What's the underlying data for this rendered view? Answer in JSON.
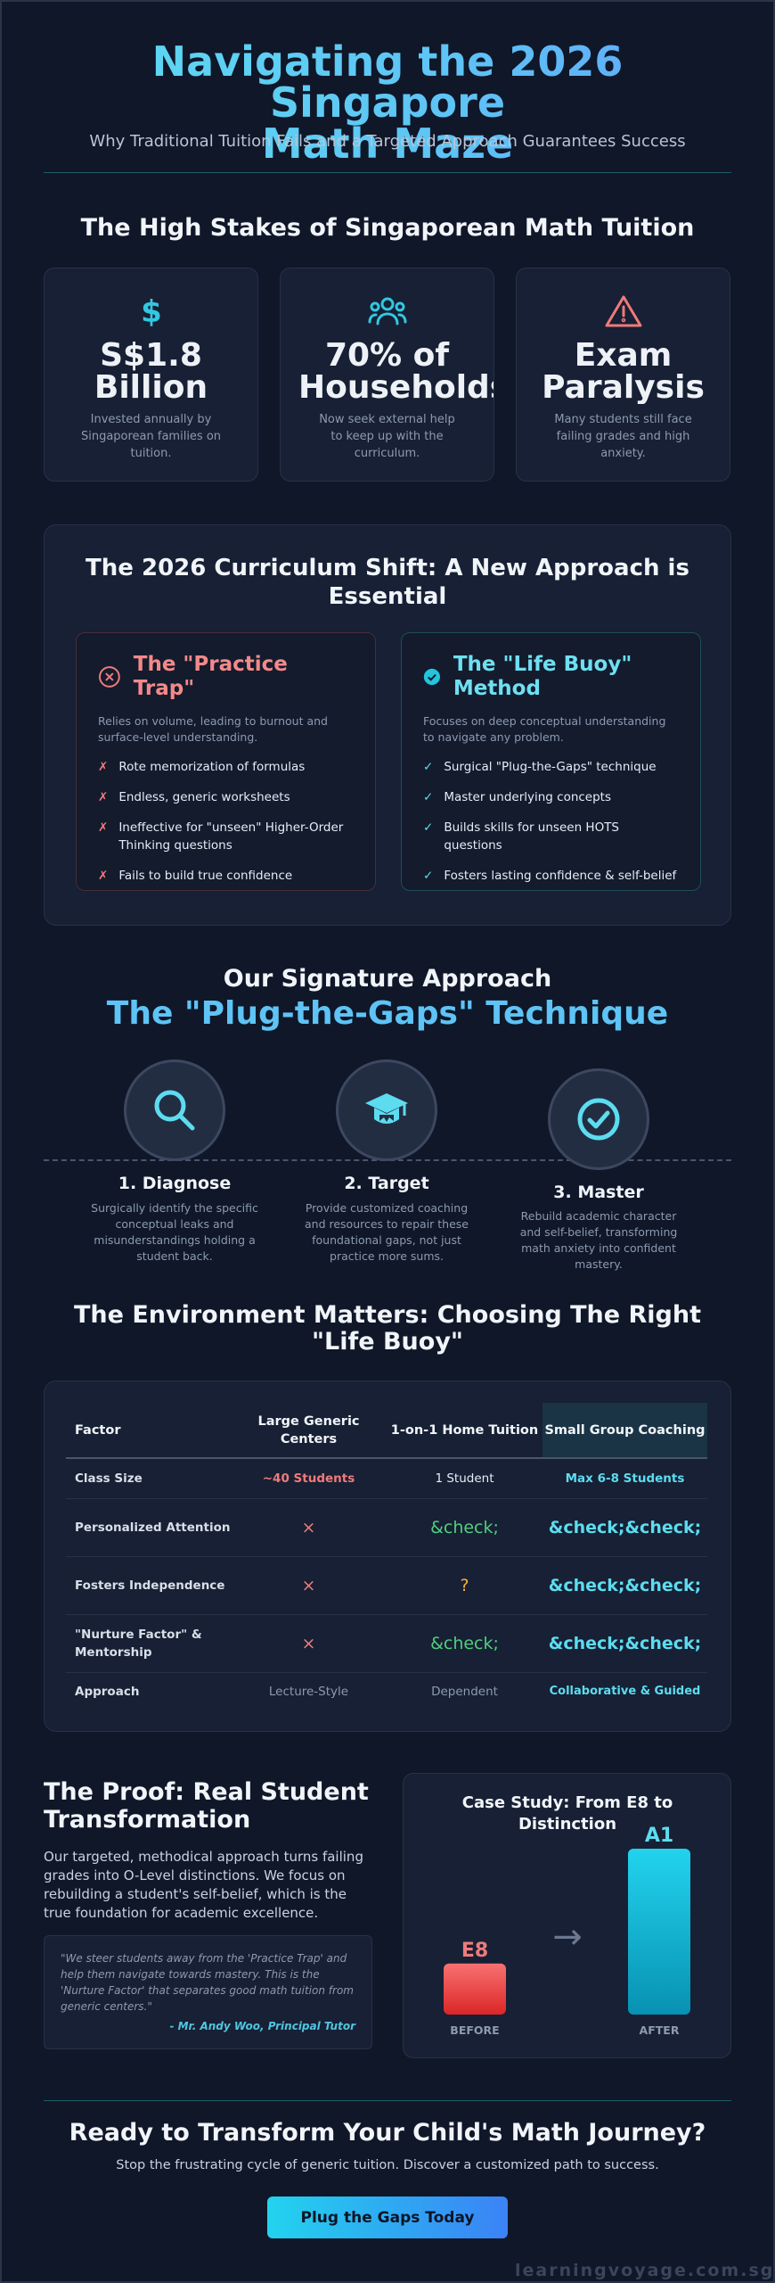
{
  "hero": {
    "title_line1": "Navigating the 2026 Singapore",
    "title_line2": "Math Maze",
    "subtitle": "Why Traditional Tuition Fails and a Targeted Approach Guarantees Success"
  },
  "stakes": {
    "title": "The High Stakes of Singaporean Math Tuition",
    "cards": [
      {
        "icon": "dollar-icon",
        "value_line1": "S$1.8",
        "value_line2": "Billion",
        "text": "Invested annually by Singaporean families on tuition."
      },
      {
        "icon": "users-icon",
        "value_line1": "70% of",
        "value_line2": "Households",
        "text": "Now seek external help to keep up with the curriculum."
      },
      {
        "icon": "warning-icon",
        "value_line1": "Exam",
        "value_line2": "Paralysis",
        "text": "Many students still face failing grades and high anxiety."
      }
    ]
  },
  "curriculum": {
    "title": "The 2026 Curriculum Shift: A New Approach is Essential",
    "trap": {
      "title": "The \"Practice Trap\"",
      "desc": "Relies on volume, leading to burnout and surface-level understanding.",
      "items": [
        "Rote memorization of formulas",
        "Endless, generic worksheets",
        "Ineffective for \"unseen\" Higher-Order Thinking questions",
        "Fails to build true confidence"
      ]
    },
    "buoy": {
      "title": "The \"Life Buoy\" Method",
      "desc": "Focuses on deep conceptual understanding to navigate any problem.",
      "items": [
        "Surgical \"Plug-the-Gaps\" technique",
        "Master underlying concepts",
        "Builds skills for unseen HOTS questions",
        "Fosters lasting confidence & self-belief"
      ]
    },
    "marks": {
      "cross": "✗",
      "check": "✓"
    }
  },
  "approach": {
    "kicker": "Our Signature Approach",
    "title": "The \"Plug-the-Gaps\" Technique",
    "steps": [
      {
        "title": "1. Diagnose",
        "desc": "Surgically identify the specific conceptual leaks and misunderstandings holding a student back.",
        "icon": "search-icon"
      },
      {
        "title": "2. Target",
        "desc": "Provide customized coaching and resources to repair these foundational gaps, not just practice more sums.",
        "icon": "graduation-cap-icon"
      },
      {
        "title": "3. Master",
        "desc": "Rebuild academic character and self-belief, transforming math anxiety into confident mastery.",
        "icon": "check-circle-icon"
      }
    ]
  },
  "environment": {
    "title": "The Environment Matters: Choosing The Right \"Life Buoy\"",
    "headers": [
      "Factor",
      "Large Generic Centers",
      "1-on-1 Home Tuition",
      "Small Group Coaching"
    ],
    "rows": [
      [
        "Class Size",
        "~40 Students",
        "1 Student",
        "Max 6-8 Students"
      ],
      [
        "Personalized Attention",
        "×",
        "&check;",
        "&check;&check;"
      ],
      [
        "Fosters Independence",
        "×",
        "?",
        "&check;&check;"
      ],
      [
        "\"Nurture Factor\" & Mentorship",
        "×",
        "&check;",
        "&check;&check;"
      ],
      [
        "Approach",
        "Lecture-Style",
        "Dependent",
        "Collaborative & Guided"
      ]
    ]
  },
  "proof": {
    "title": "The Proof: Real Student Transformation",
    "body": "Our targeted, methodical approach turns failing grades into O-Level distinctions. We focus on rebuilding a student's self-belief, which is the true foundation for academic excellence.",
    "quote": "\"We steer students away from the 'Practice Trap' and help them navigate towards mastery. This is the 'Nurture Factor' that separates good math tuition from generic centers.\"",
    "author": "- Mr. Andy Woo, Principal Tutor"
  },
  "chart_data": {
    "type": "bar",
    "title": "Case Study: From E8 to Distinction",
    "categories": [
      "BEFORE",
      "AFTER"
    ],
    "data_labels": [
      "E8",
      "A1"
    ],
    "values": [
      2,
      6.5
    ],
    "ylim": [
      0,
      6.5
    ],
    "colors": [
      "#ef4444",
      "#22d3ee"
    ],
    "arrow": "→"
  },
  "cta": {
    "title": "Ready to Transform Your Child's Math Journey?",
    "subtitle": "Stop the frustrating cycle of generic tuition. Discover a customized path to success.",
    "button": "Plug the Gaps Today",
    "watermark": "learningvoyage.com.sg"
  }
}
